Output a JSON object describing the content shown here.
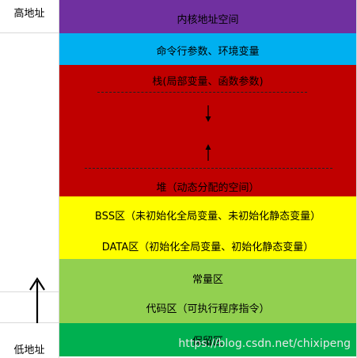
{
  "side": {
    "high_label": "高地址",
    "low_label": "低地址"
  },
  "colors": {
    "kernel": "#7030a0",
    "env": "#00b0f0",
    "stack_heap": "#c00000",
    "bss_data": "#ffff00",
    "const_code": "#92d050",
    "reserved": "#00b050"
  },
  "blocks": {
    "kernel": "内核地址空间",
    "env": "命令行参数、环境变量",
    "stack": "栈(局部变量、函数参数)",
    "heap": "堆（动态分配的空间）",
    "bss": "BSS区（未初始化全局变量、未初始化静态变量）",
    "data": "DATA区（初始化全局变量、初始化静态变量）",
    "const": "常量区",
    "code": "代码区（可执行程序指令）",
    "reserved": "保留区"
  },
  "watermark": "https://blog.csdn.net/chixipeng"
}
